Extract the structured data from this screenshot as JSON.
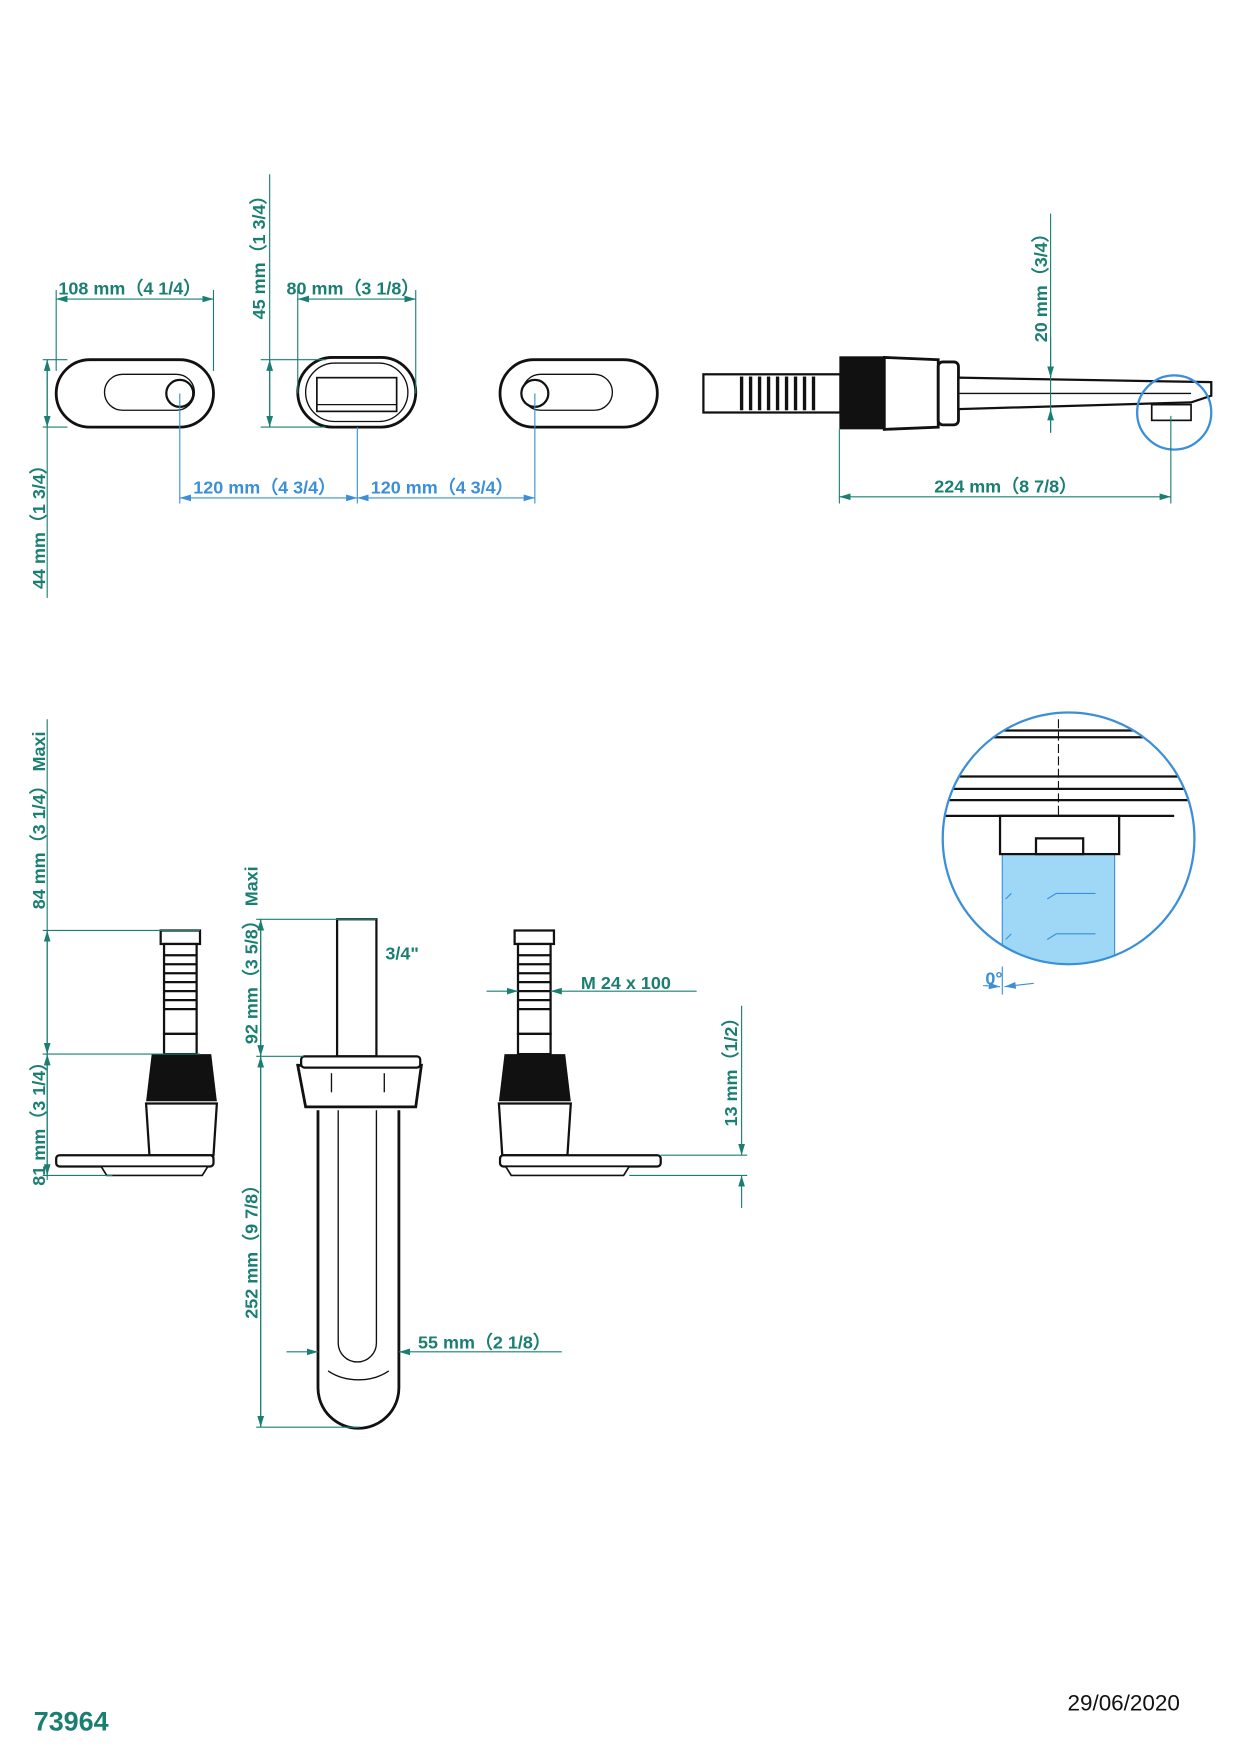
{
  "colors": {
    "dimension": "#1a7f72",
    "detail": "#3a8fd8",
    "detail_fill": "#9fd8f7",
    "outline": "#111111"
  },
  "top_view": {
    "width_handle": "108 mm（4 1/4）",
    "height_spout": "45 mm（1 3/4）",
    "width_spout": "80 mm（3 1/8）",
    "height_handle": "44 mm（1 3/4）",
    "spacing_left": "120 mm（4 3/4）",
    "spacing_right": "120 mm（4 3/4）"
  },
  "side_view": {
    "spout_height": "20 mm（3/4）",
    "spout_reach": "224 mm（8 7/8）"
  },
  "front_view": {
    "handle_max_shank": "84 mm（3 1/4） Maxi",
    "handle_height": "81 mm（3 1/4）",
    "spout_max_shank": "92 mm（3 5/8） Maxi",
    "spout_length": "252 mm（9 7/8）",
    "connection": "3/4\"",
    "thread": "M  24  x 100",
    "plate_thickness": "13 mm（1/2）",
    "spout_width": "55 mm（2 1/8）"
  },
  "detail": {
    "angle": "0°"
  },
  "footer": {
    "product_code": "73964",
    "date": "29/06/2020"
  }
}
